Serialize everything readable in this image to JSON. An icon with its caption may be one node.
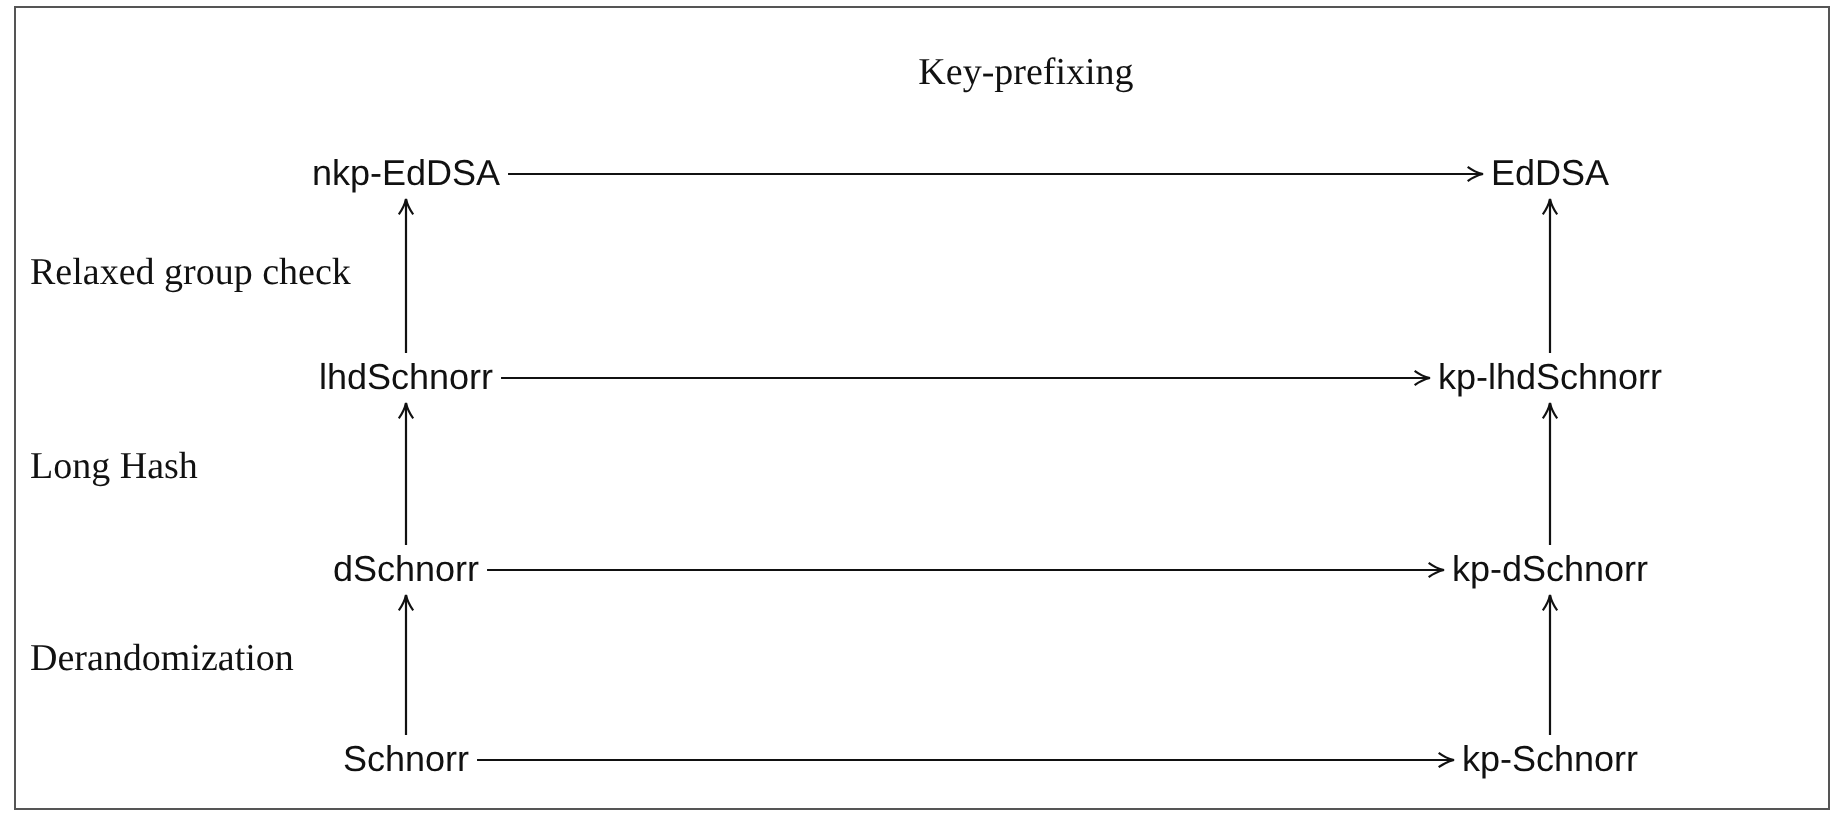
{
  "diagram": {
    "nodes": [
      {
        "text": [
          "nkp-EdDSA"
        ]
      },
      {
        "text": [
          "EdDSA"
        ]
      },
      {
        "text": [
          "lhdSchnorr"
        ]
      },
      {
        "text": [
          "kp-lhdSchnorr"
        ]
      },
      {
        "text": [
          "dSchnorr"
        ]
      },
      {
        "text": [
          "kp-dSchnorr"
        ]
      },
      {
        "text": [
          "Schnorr"
        ]
      },
      {
        "text": [
          "kp-Schnorr"
        ]
      }
    ],
    "edges": [
      {
        "from": 0,
        "to": 1,
        "arrow": "to"
      },
      {
        "from": 2,
        "to": 0,
        "arrow": "to"
      },
      {
        "from": 3,
        "to": 1,
        "arrow": "to"
      },
      {
        "from": 2,
        "to": 3,
        "arrow": "to"
      },
      {
        "from": 4,
        "to": 2,
        "arrow": "to"
      },
      {
        "from": 5,
        "to": 3,
        "arrow": "to"
      },
      {
        "from": 4,
        "to": 5,
        "arrow": "to"
      },
      {
        "from": 6,
        "to": 4,
        "arrow": "to"
      },
      {
        "from": 7,
        "to": 5,
        "arrow": "to"
      },
      {
        "from": 6,
        "to": 7,
        "arrow": "to"
      }
    ],
    "labels": [
      "Key-prefixing",
      "Relaxed group check",
      "Long Hash",
      "Derandomization"
    ]
  }
}
